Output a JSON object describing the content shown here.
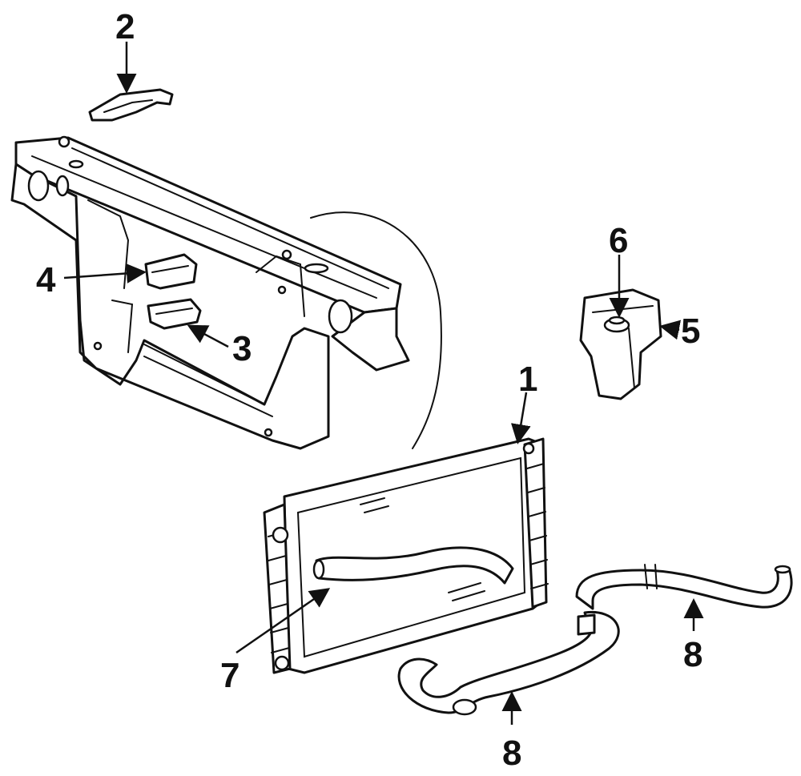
{
  "callouts": {
    "c1": "1",
    "c2": "2",
    "c3": "3",
    "c4": "4",
    "c5": "5",
    "c6": "6",
    "c7": "7",
    "c8a": "8",
    "c8b": "8"
  },
  "colors": {
    "line": "#111111",
    "background": "#ffffff"
  }
}
